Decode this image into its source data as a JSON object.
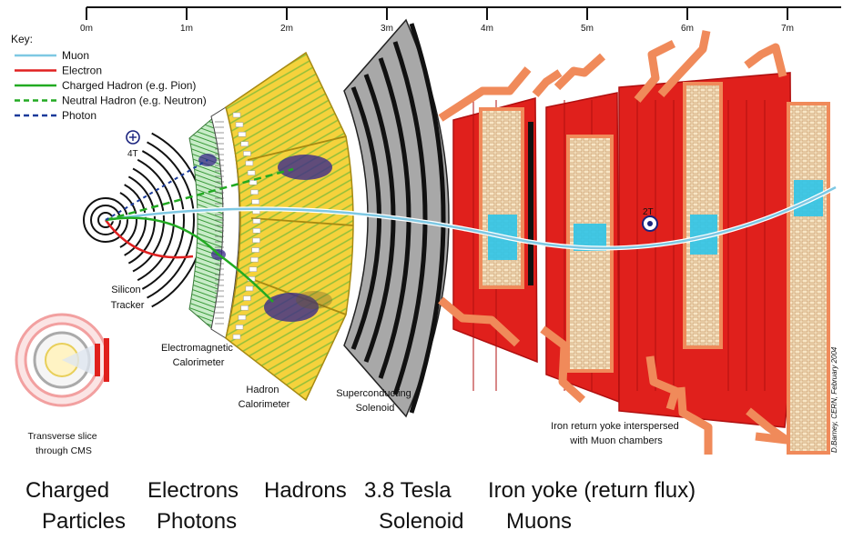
{
  "ruler": {
    "ticks": [
      "0m",
      "1m",
      "2m",
      "3m",
      "4m",
      "5m",
      "6m",
      "7m"
    ]
  },
  "key": {
    "title": "Key:",
    "items": [
      {
        "label": "Muon",
        "color": "#7ec8e3",
        "style": "solid"
      },
      {
        "label": "Electron",
        "color": "#e02020",
        "style": "solid"
      },
      {
        "label": "Charged Hadron (e.g. Pion)",
        "color": "#22aa22",
        "style": "solid"
      },
      {
        "label": "Neutral Hadron (e.g. Neutron)",
        "color": "#22aa22",
        "style": "dashed"
      },
      {
        "label": "Photon",
        "color": "#1a3a9a",
        "style": "dashed"
      }
    ]
  },
  "field_labels": {
    "inner": "4T",
    "outer": "2T"
  },
  "labels": {
    "silicon_tracker": [
      "Silicon",
      "Tracker"
    ],
    "em_calorimeter": [
      "Electromagnetic",
      "Calorimeter"
    ],
    "hadron_calorimeter": [
      "Hadron",
      "Calorimeter"
    ],
    "solenoid": [
      "Superconducting",
      "Solenoid"
    ],
    "iron_yoke": [
      "Iron return yoke interspersed",
      "with Muon chambers"
    ],
    "transverse": [
      "Transverse slice",
      "through CMS"
    ],
    "credit": "D.Barney, CERN, February 2004"
  },
  "captions": [
    {
      "line1": "Charged",
      "line2": "Particles"
    },
    {
      "line1": "Electrons",
      "line2": "Photons"
    },
    {
      "line1": "Hadrons",
      "line2": ""
    },
    {
      "line1": "3.8 Tesla",
      "line2": "Solenoid"
    },
    {
      "line1": "Iron yoke (return flux)",
      "line2": "Muons"
    }
  ],
  "colors": {
    "iron": "#e0201c",
    "iron_edge": "#b01010",
    "chamber_frame": "#f08a5a",
    "chamber_fill": "#f5deb3",
    "chamber_hit": "#2ec4e8",
    "hcal": "#f5d23c",
    "ecal": "#a8dca8",
    "solenoid": "#a8a8a8"
  }
}
